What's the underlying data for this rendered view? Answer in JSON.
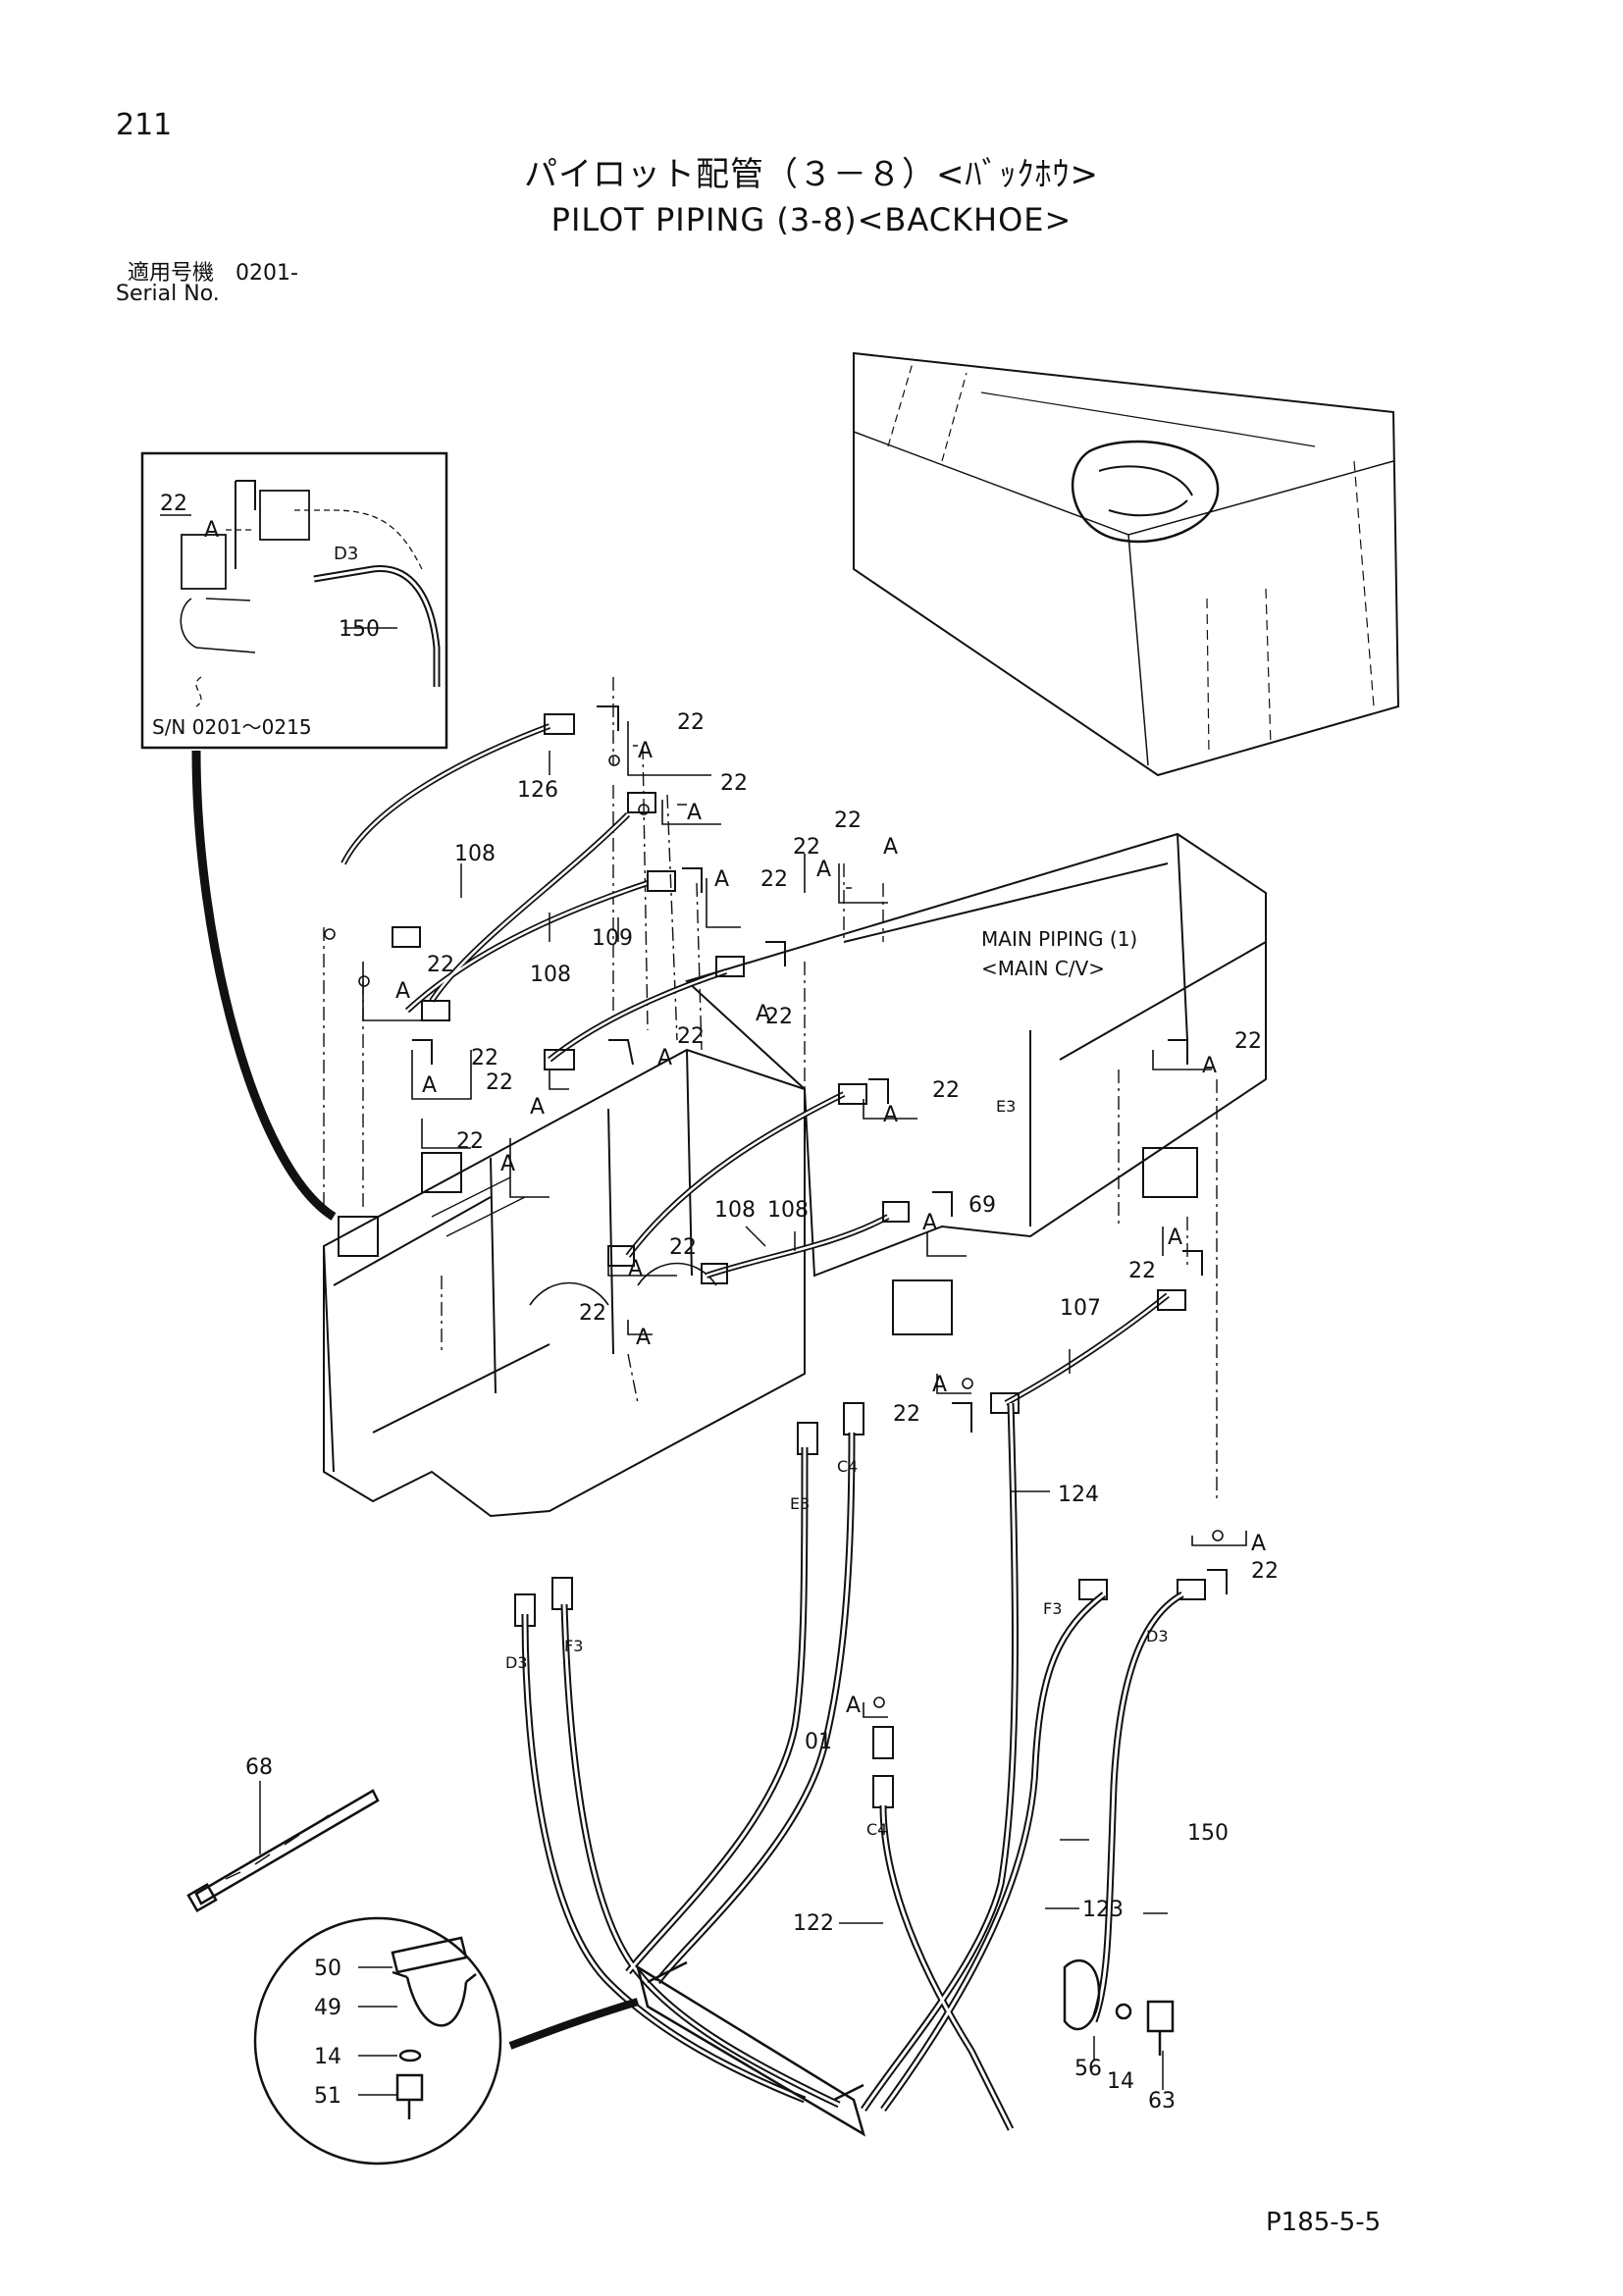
{
  "header": {
    "page_number": "211",
    "title_jp": "パイロット配管（３－８）<ﾊﾞｯｸﾎｳ>",
    "title_en": "PILOT PIPING (3-8)<BACKHOE>",
    "serial_jp": "適用号機　0201-",
    "serial_en": "Serial No."
  },
  "inset": {
    "serial_range": "S/N  0201～0215",
    "labels": {
      "p22": "22",
      "pA": "A",
      "pD3": "D3",
      "p150": "150"
    }
  },
  "callouts": {
    "main_piping_1": "MAIN PIPING (1)",
    "main_piping_2": "<MAIN C/V>"
  },
  "part_labels": {
    "p126": "126",
    "p108a": "108",
    "p108b": "108",
    "p108c": "108",
    "p108d": "108",
    "p109": "109",
    "p107": "107",
    "p124": "124",
    "p122": "122",
    "p123": "123",
    "p150": "150",
    "p68": "68",
    "p69": "69",
    "p01": "01",
    "p50": "50",
    "p49": "49",
    "p14a": "14",
    "p51": "51",
    "p56": "56",
    "p14b": "14",
    "p63": "63"
  },
  "port_labels": {
    "E3": "E3",
    "C4": "C4",
    "D3": "D3",
    "F3": "F3"
  },
  "common": {
    "p22": "22",
    "A": "A"
  },
  "footer": {
    "page_code": "P185-5-5"
  }
}
